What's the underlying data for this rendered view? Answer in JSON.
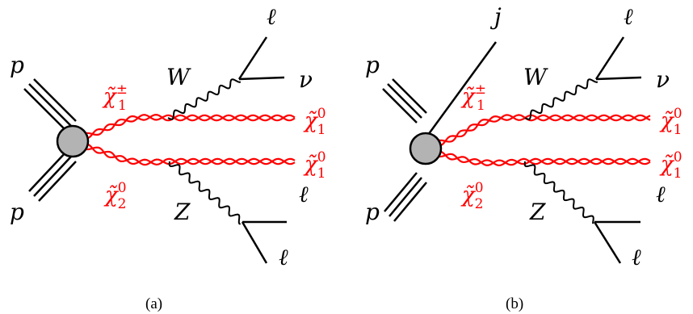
{
  "colors": {
    "sparticle": "#ff0000",
    "particle": "#000000",
    "vertex_fill": "#b3b3b3"
  },
  "diagrams": [
    {
      "caption": "(a)",
      "labels": {
        "proton_top": "p",
        "proton_bottom": "p",
        "w_boson": "W",
        "z_boson": "Z",
        "lepton_top": "ℓ",
        "neutrino": "ν",
        "lepton_mid": "ℓ",
        "lepton_bottom": "ℓ"
      },
      "sparticles": {
        "chargino": {
          "base": "χ̃",
          "sub": "1",
          "sup": "±"
        },
        "neutralino2": {
          "base": "χ̃",
          "sub": "2",
          "sup": "0"
        },
        "neutralino1_top": {
          "base": "χ̃",
          "sub": "1",
          "sup": "0"
        },
        "neutralino1_bottom": {
          "base": "χ̃",
          "sub": "1",
          "sup": "0"
        }
      }
    },
    {
      "caption": "(b)",
      "labels": {
        "jet": "j",
        "proton_top": "p",
        "proton_bottom": "p",
        "w_boson": "W",
        "z_boson": "Z",
        "lepton_top": "ℓ",
        "neutrino": "ν",
        "lepton_mid": "ℓ",
        "lepton_bottom": "ℓ"
      },
      "sparticles": {
        "chargino": {
          "base": "χ̃",
          "sub": "1",
          "sup": "±"
        },
        "neutralino2": {
          "base": "χ̃",
          "sub": "2",
          "sup": "0"
        },
        "neutralino1_top": {
          "base": "χ̃",
          "sub": "1",
          "sup": "0"
        },
        "neutralino1_bottom": {
          "base": "χ̃",
          "sub": "1",
          "sup": "0"
        }
      }
    }
  ]
}
